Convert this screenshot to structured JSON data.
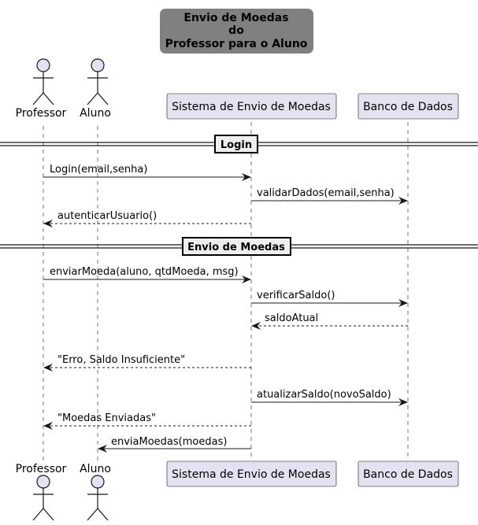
{
  "title": {
    "line1": "Envio de Moedas",
    "line2": "do",
    "line3": "Professor para o Aluno"
  },
  "actors": {
    "professor": "Professor",
    "aluno": "Aluno"
  },
  "participants": {
    "sistema": "Sistema de Envio de Moedas",
    "banco": "Banco de Dados"
  },
  "dividers": {
    "login": "Login",
    "envio": "Envio de Moedas"
  },
  "messages": {
    "m1": "Login(email,senha)",
    "m2": "validarDados(email,senha)",
    "m3": "autenticarUsuario()",
    "m4": "enviarMoeda(aluno, qtdMoeda, msg)",
    "m5": "verificarSaldo()",
    "m6": "saldoAtual",
    "m7": "\"Erro, Saldo Insuficiente\"",
    "m8": "atualizarSaldo(novoSaldo)",
    "m9": "\"Moedas Enviadas\"",
    "m10": "enviaMoedas(moedas)"
  },
  "colors": {
    "participant_fill": "#E2E2F0",
    "participant_border": "#181818",
    "title_fill": "#808080"
  }
}
